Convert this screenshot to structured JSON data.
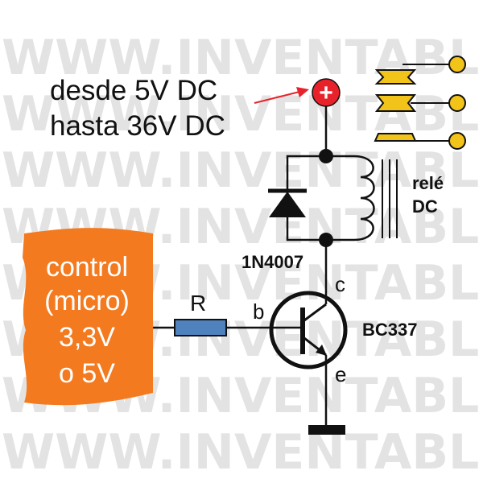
{
  "watermark": "WWW.INVENTABLE.EU",
  "supply": {
    "line1": "desde 5V DC",
    "line2": "hasta 36V DC",
    "plus_symbol": "+"
  },
  "control": {
    "line1": "control",
    "line2": "(micro)",
    "line3": "3,3V",
    "line4": "o 5V"
  },
  "labels": {
    "resistor": "R",
    "base": "b",
    "collector": "c",
    "emitter": "e",
    "transistor": "BC337",
    "diode": "1N4007",
    "relay_line1": "relé",
    "relay_line2": "DC"
  },
  "colors": {
    "orange": "#f47a1f",
    "red": "#e8222b",
    "yellow": "#f2c318",
    "blue": "#4f81bd",
    "line": "#111111",
    "watermark": "#e3e3e3"
  }
}
